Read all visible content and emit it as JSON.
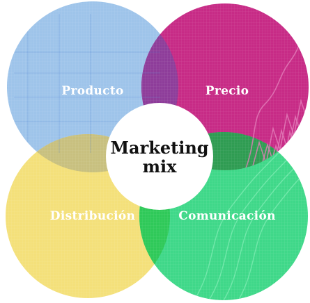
{
  "center": {
    "line1": "Marketing",
    "line2": "mix"
  },
  "petals": [
    {
      "label": "Producto",
      "color": "#9ec4ea"
    },
    {
      "label": "Precio",
      "color": "#c72b86"
    },
    {
      "label": "Distribución",
      "color": "#f4e07a"
    },
    {
      "label": "Comunicación",
      "color": "#3fd889"
    }
  ],
  "colors": {
    "overlap_product_price": "#8e3d9a",
    "overlap_product_distribution": "#c8c07f",
    "overlap_distribution_communication": "#2fc959",
    "overlap_price_communication": "#2f9c52",
    "center_fill": "#ffffff",
    "center_text": "#111111",
    "label_text": "#ffffff"
  }
}
